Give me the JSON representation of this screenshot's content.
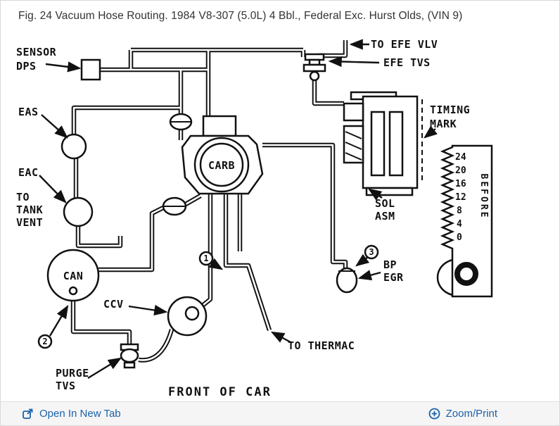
{
  "caption": "Fig. 24 Vacuum Hose Routing. 1984 V8-307 (5.0L) 4 Bbl., Federal Exc. Hurst Olds, (VIN 9)",
  "diagram": {
    "labels": {
      "sensor_dps": [
        "SENSOR",
        "DPS"
      ],
      "to_efe_vlv": "TO EFE VLV",
      "efe_tvs": "EFE TVS",
      "eas": "EAS",
      "eac": "EAC",
      "to_tank_vent": [
        "TO",
        "TANK",
        "VENT"
      ],
      "can": "CAN",
      "carb": "CARB",
      "timing_mark": [
        "TIMING",
        "MARK"
      ],
      "sol_asm": [
        "SOL",
        "ASM"
      ],
      "bp_egr": [
        "BP",
        "EGR"
      ],
      "ccv": "CCV",
      "to_thermac": "TO THERMAC",
      "purge_tvs": [
        "PURGE",
        "TVS"
      ],
      "front_of_car": "FRONT OF CAR",
      "before": "BEFORE"
    },
    "timing_scale": [
      "24",
      "20",
      "16",
      "12",
      "8",
      "4",
      "0"
    ],
    "callouts": [
      "1",
      "2",
      "3"
    ]
  },
  "footer": {
    "open_in_new_tab": "Open In New Tab",
    "zoom_print": "Zoom/Print"
  },
  "colors": {
    "link": "#1b62a8",
    "diagram_ink": "#111111"
  }
}
